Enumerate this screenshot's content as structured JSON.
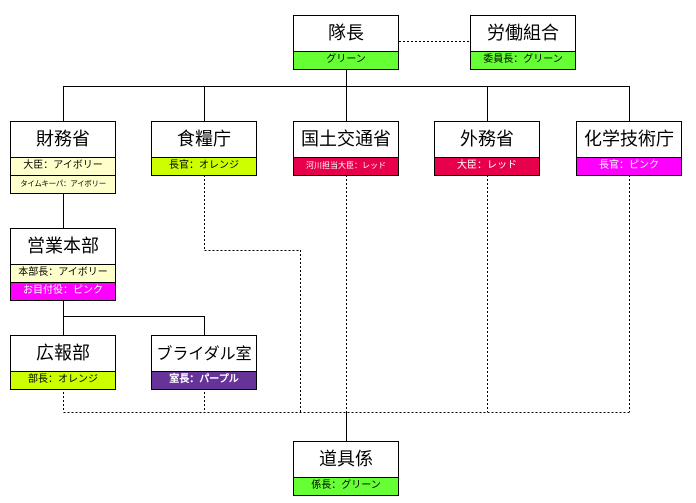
{
  "nodes": {
    "taicho": {
      "title": "隊長",
      "roles": [
        "グリーン"
      ]
    },
    "rodo": {
      "title": "労働組合",
      "roles": [
        "委員長：グリーン"
      ]
    },
    "zaimu": {
      "title": "財務省",
      "roles": [
        "大臣：アイボリー",
        "タイムキーパ：アイボリー"
      ]
    },
    "shokuryo": {
      "title": "食糧庁",
      "roles": [
        "長官：オレンジ"
      ]
    },
    "kokudo": {
      "title": "国土交通省",
      "roles": [
        "河川担当大臣：レッド"
      ]
    },
    "gaimu": {
      "title": "外務省",
      "roles": [
        "大臣：レッド"
      ]
    },
    "kagaku": {
      "title": "化学技術庁",
      "roles": [
        "長官：ピンク"
      ]
    },
    "eigyo": {
      "title": "営業本部",
      "roles": [
        "本部長：アイボリー",
        "お目付役：ピンク"
      ]
    },
    "koho": {
      "title": "広報部",
      "roles": [
        "部長：オレンジ"
      ]
    },
    "bridal": {
      "title": "ブライダル室",
      "roles": [
        "室長：パープル"
      ]
    },
    "dogu": {
      "title": "道具係",
      "roles": [
        "係長：グリーン"
      ]
    }
  },
  "colors": {
    "green": "#66ff33",
    "ivory": "#ffffcc",
    "orange": "#ccff00",
    "red": "#e8004c",
    "pink": "#ff00ff",
    "purple": "#663399"
  }
}
